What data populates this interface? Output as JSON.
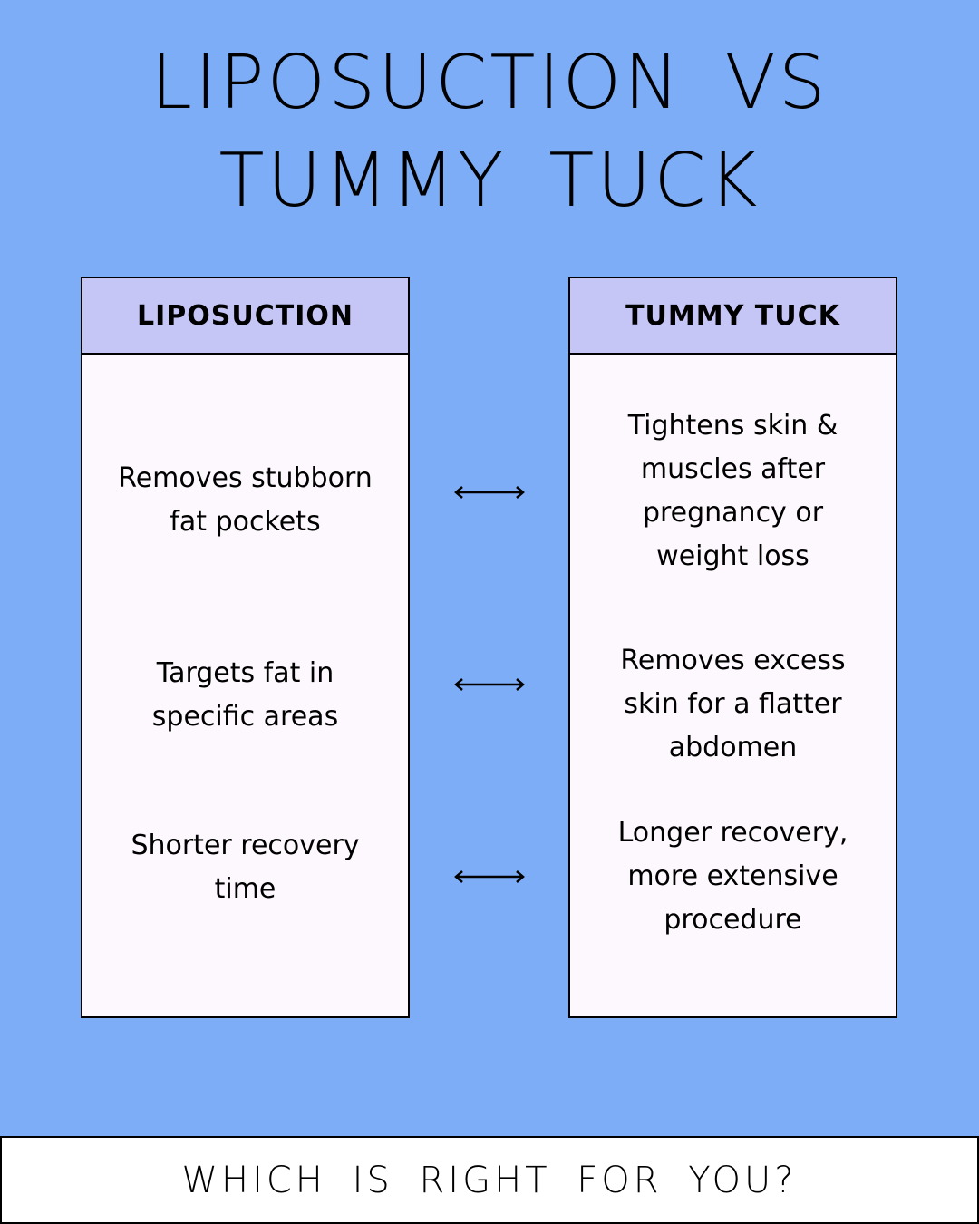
{
  "title": {
    "line1": "LIPOSUCTION VS",
    "line2": "TUMMY TUCK"
  },
  "columns": {
    "left": {
      "header": "LIPOSUCTION",
      "items": [
        "Removes stubborn fat pockets",
        "Targets fat in specific areas",
        "Shorter recovery time"
      ]
    },
    "right": {
      "header": "TUMMY TUCK",
      "items": [
        "Tightens skin & muscles after pregnancy or weight loss",
        "Removes excess skin for a flatter abdomen",
        "Longer recovery, more extensive procedure"
      ]
    }
  },
  "arrows": [
    "double-arrow-icon",
    "double-arrow-icon",
    "double-arrow-icon"
  ],
  "footer": {
    "text": "WHICH IS RIGHT FOR YOU?"
  },
  "colors": {
    "background": "#7eadf7",
    "header": "#c6c6f6",
    "panel": "#fdf8fd",
    "footer": "#ffffff"
  }
}
